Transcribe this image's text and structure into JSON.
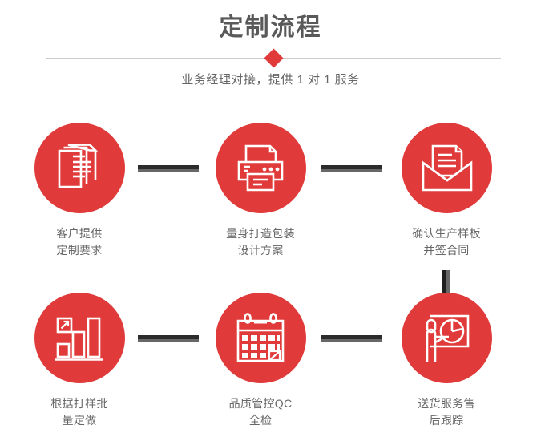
{
  "header": {
    "title": "定制流程",
    "subtitle": "业务经理对接，提供 1 对 1 服务",
    "diamond_icon": "diamond-marker-icon"
  },
  "colors": {
    "accent_red": "#e03a3a",
    "title_gray": "#595959",
    "text_gray": "#666666",
    "divider_gray": "#cccccc",
    "connector_dark": "#2b2b2b",
    "connector_light": "#676767"
  },
  "flow": {
    "steps": [
      {
        "index": 1,
        "icon": "documents-stack-icon",
        "caption": "客户提供\n定制要求"
      },
      {
        "index": 2,
        "icon": "printer-icon",
        "caption": "量身打造包装\n设计方案"
      },
      {
        "index": 3,
        "icon": "envelope-letter-icon",
        "caption": "确认生产样板\n并签合同"
      },
      {
        "index": 4,
        "icon": "bar-chart-growth-icon",
        "caption": "根据打样批\n量定做"
      },
      {
        "index": 5,
        "icon": "calendar-icon",
        "caption": "品质管控QC\n全检"
      },
      {
        "index": 6,
        "icon": "presenter-pie-chart-icon",
        "caption": "送货服务售\n后跟踪"
      }
    ],
    "connectors": [
      {
        "name": "connector-step1-step2",
        "orientation": "horizontal"
      },
      {
        "name": "connector-step2-step3",
        "orientation": "horizontal"
      },
      {
        "name": "connector-step3-step6",
        "orientation": "vertical"
      },
      {
        "name": "connector-step4-step5",
        "orientation": "horizontal"
      },
      {
        "name": "connector-step5-step6",
        "orientation": "horizontal"
      }
    ]
  }
}
